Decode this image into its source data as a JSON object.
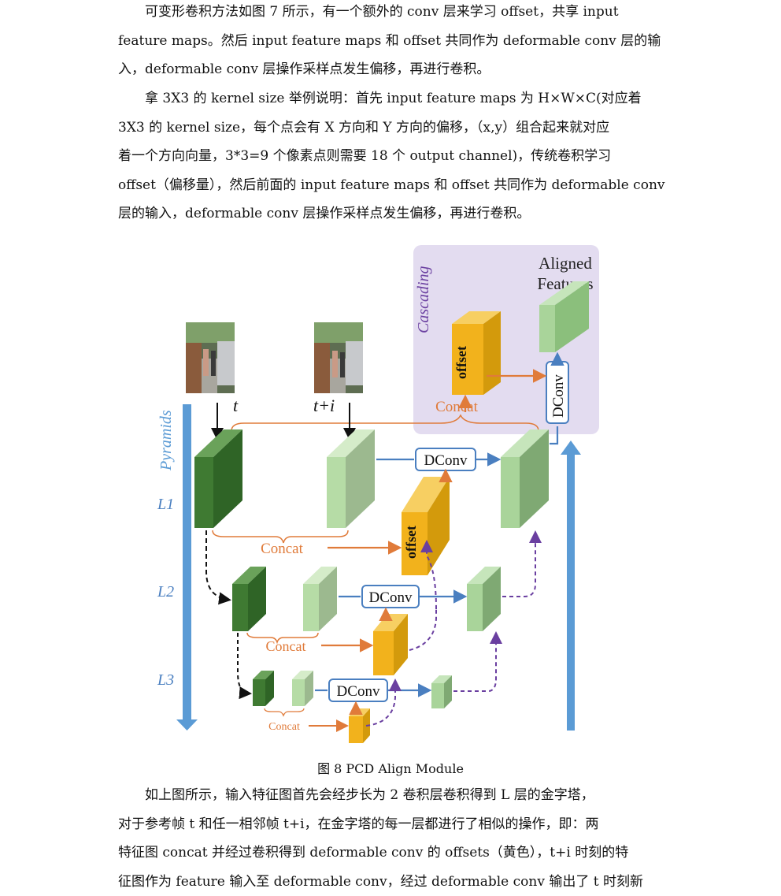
{
  "paragraph1": [
    "可变形卷积方法如图 7 所示，有一个额外的 conv 层来学习 offset，共享 input",
    "feature maps。然后 input feature maps 和 offset 共同作为 deformable conv 层的输",
    "入，deformable conv 层操作采样点发生偏移，再进行卷积。"
  ],
  "paragraph2": [
    "拿 3X3 的 kernel size 举例说明：首先 input feature maps 为 H×W×C(对应着",
    "3X3 的 kernel size，每个点会有 X 方向和 Y 方向的偏移，（x,y）组合起来就对应",
    "着一个方向向量，3*3=9 个像素点则需要 18 个 output channel)，传统卷积学习",
    "offset（偏移量），然后前面的 input feature maps 和 offset 共同作为 deformable conv",
    "层的输入，deformable conv 层操作采样点发生偏移，再进行卷积。"
  ],
  "figure": {
    "cascading_label": "Cascading",
    "aligned_label_1": "Aligned",
    "aligned_label_2": "Features",
    "pyramids_label": "Pyramids",
    "frame_t_label": "t",
    "frame_ti_label": "t+i",
    "level_labels": [
      "L1",
      "L2",
      "L3"
    ],
    "concat_label": "Concat",
    "dconv_label": "DConv",
    "offset_label": "offset",
    "colors": {
      "dark_green": "#3f7a32",
      "light_green": "#a9d49a",
      "mid_green": "#8bbf7c",
      "offset_yellow": "#f2b21c",
      "arrow_blue": "#4a7fc0",
      "pyramid_blue": "#5b9bd5",
      "concat_orange": "#e07b3a",
      "cascade_purple": "#6a3fa0",
      "cascade_bg": "#e3dcf0"
    }
  },
  "caption": "图 8 PCD Align Module",
  "paragraph3": [
    "如上图所示，输入特征图首先会经步长为 2 卷积层卷积得到 L 层的金字塔，",
    "对于参考帧 t 和任一相邻帧 t+i，在金字塔的每一层都进行了相似的操作，即：两",
    "特征图 concat 并经过卷积得到 deformable conv 的 offsets（黄色），t+i 时刻的特",
    "征图作为 feature 输入至 deformable conv，经过 deformable conv 输出了 t 时刻新"
  ]
}
